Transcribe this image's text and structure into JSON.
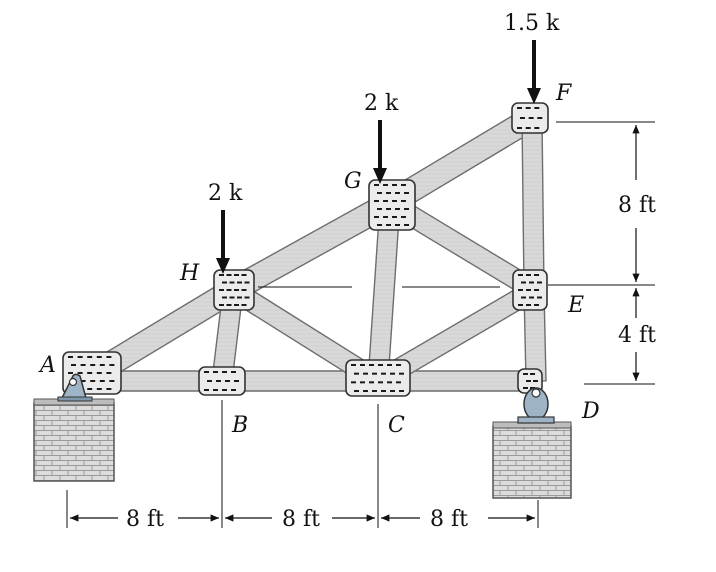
{
  "colors": {
    "member_fill": "#d9d9d9",
    "member_edge": "#6e6e6e",
    "plate_fill": "#ebebeb",
    "plate_mark": "#1a1a1a",
    "support_fill": "#9fb4c6",
    "wall_fill": "#dcdcdc",
    "ink": "#111111"
  },
  "joints": {
    "A": "A",
    "B": "B",
    "C": "C",
    "D": "D",
    "E": "E",
    "F": "F",
    "G": "G",
    "H": "H"
  },
  "loads": {
    "H": "2 k",
    "G": "2 k",
    "F": "1.5 k"
  },
  "dimensions": {
    "horizontal": [
      "8 ft",
      "8 ft",
      "8 ft"
    ],
    "vertical_upper": "8 ft",
    "vertical_lower": "4 ft"
  },
  "icons": {
    "pin_support": "pin-support-icon",
    "roller_support": "roller-support-icon",
    "left_pier": "brick-pier-icon",
    "right_pier": "brick-pier-icon"
  }
}
